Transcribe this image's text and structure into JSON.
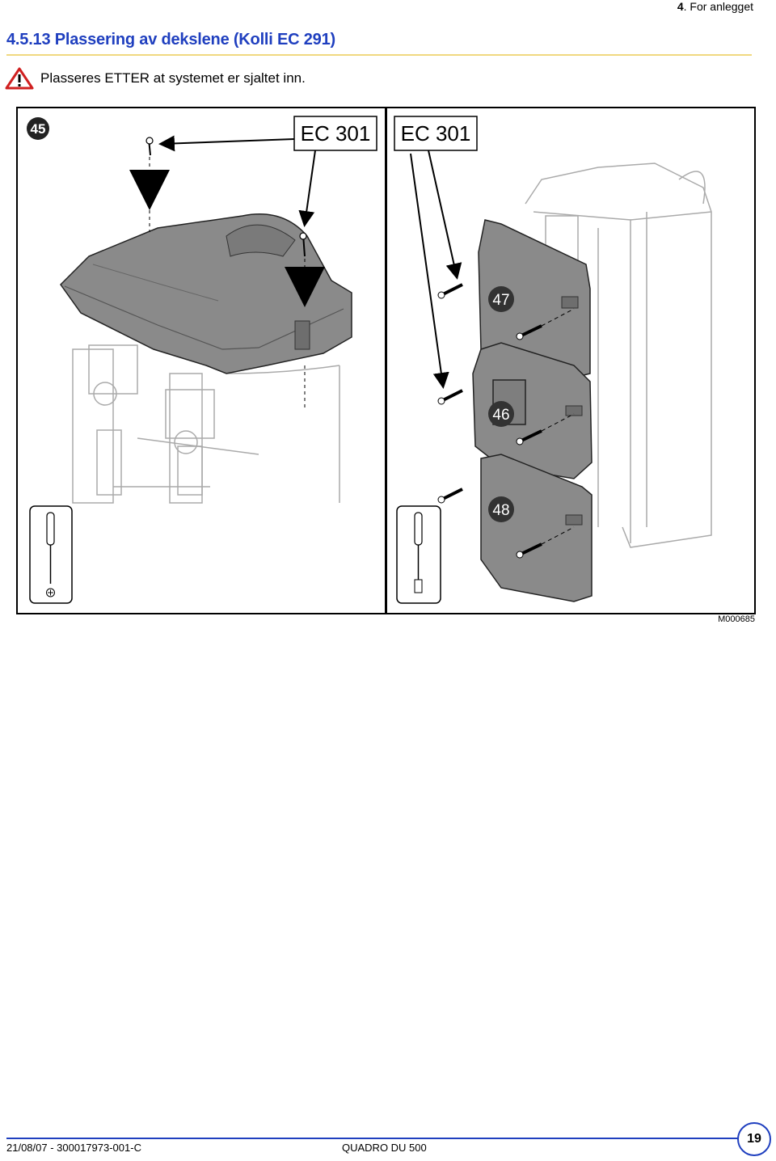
{
  "header": {
    "chapter_number": "4",
    "chapter_title": "For anlegget"
  },
  "section": {
    "title": "4.5.13   Plassering av dekslene (Kolli EC 291)"
  },
  "warning": {
    "icon": "warning-triangle-icon",
    "text": "Plasseres ETTER at systemet er sjaltet inn."
  },
  "figure": {
    "step_number": "45",
    "left_label": "EC 301",
    "right_label": "EC 301",
    "callouts": [
      "47",
      "46",
      "48"
    ],
    "reference": "M000685"
  },
  "footer": {
    "left": "21/08/07 - 300017973-001-C",
    "center": "QUADRO DU 500",
    "page": "19"
  },
  "colors": {
    "accent": "#1f3fbf",
    "rule": "#f0d880",
    "warning": "#d02020",
    "cover_gray": "#8a8a8a"
  }
}
